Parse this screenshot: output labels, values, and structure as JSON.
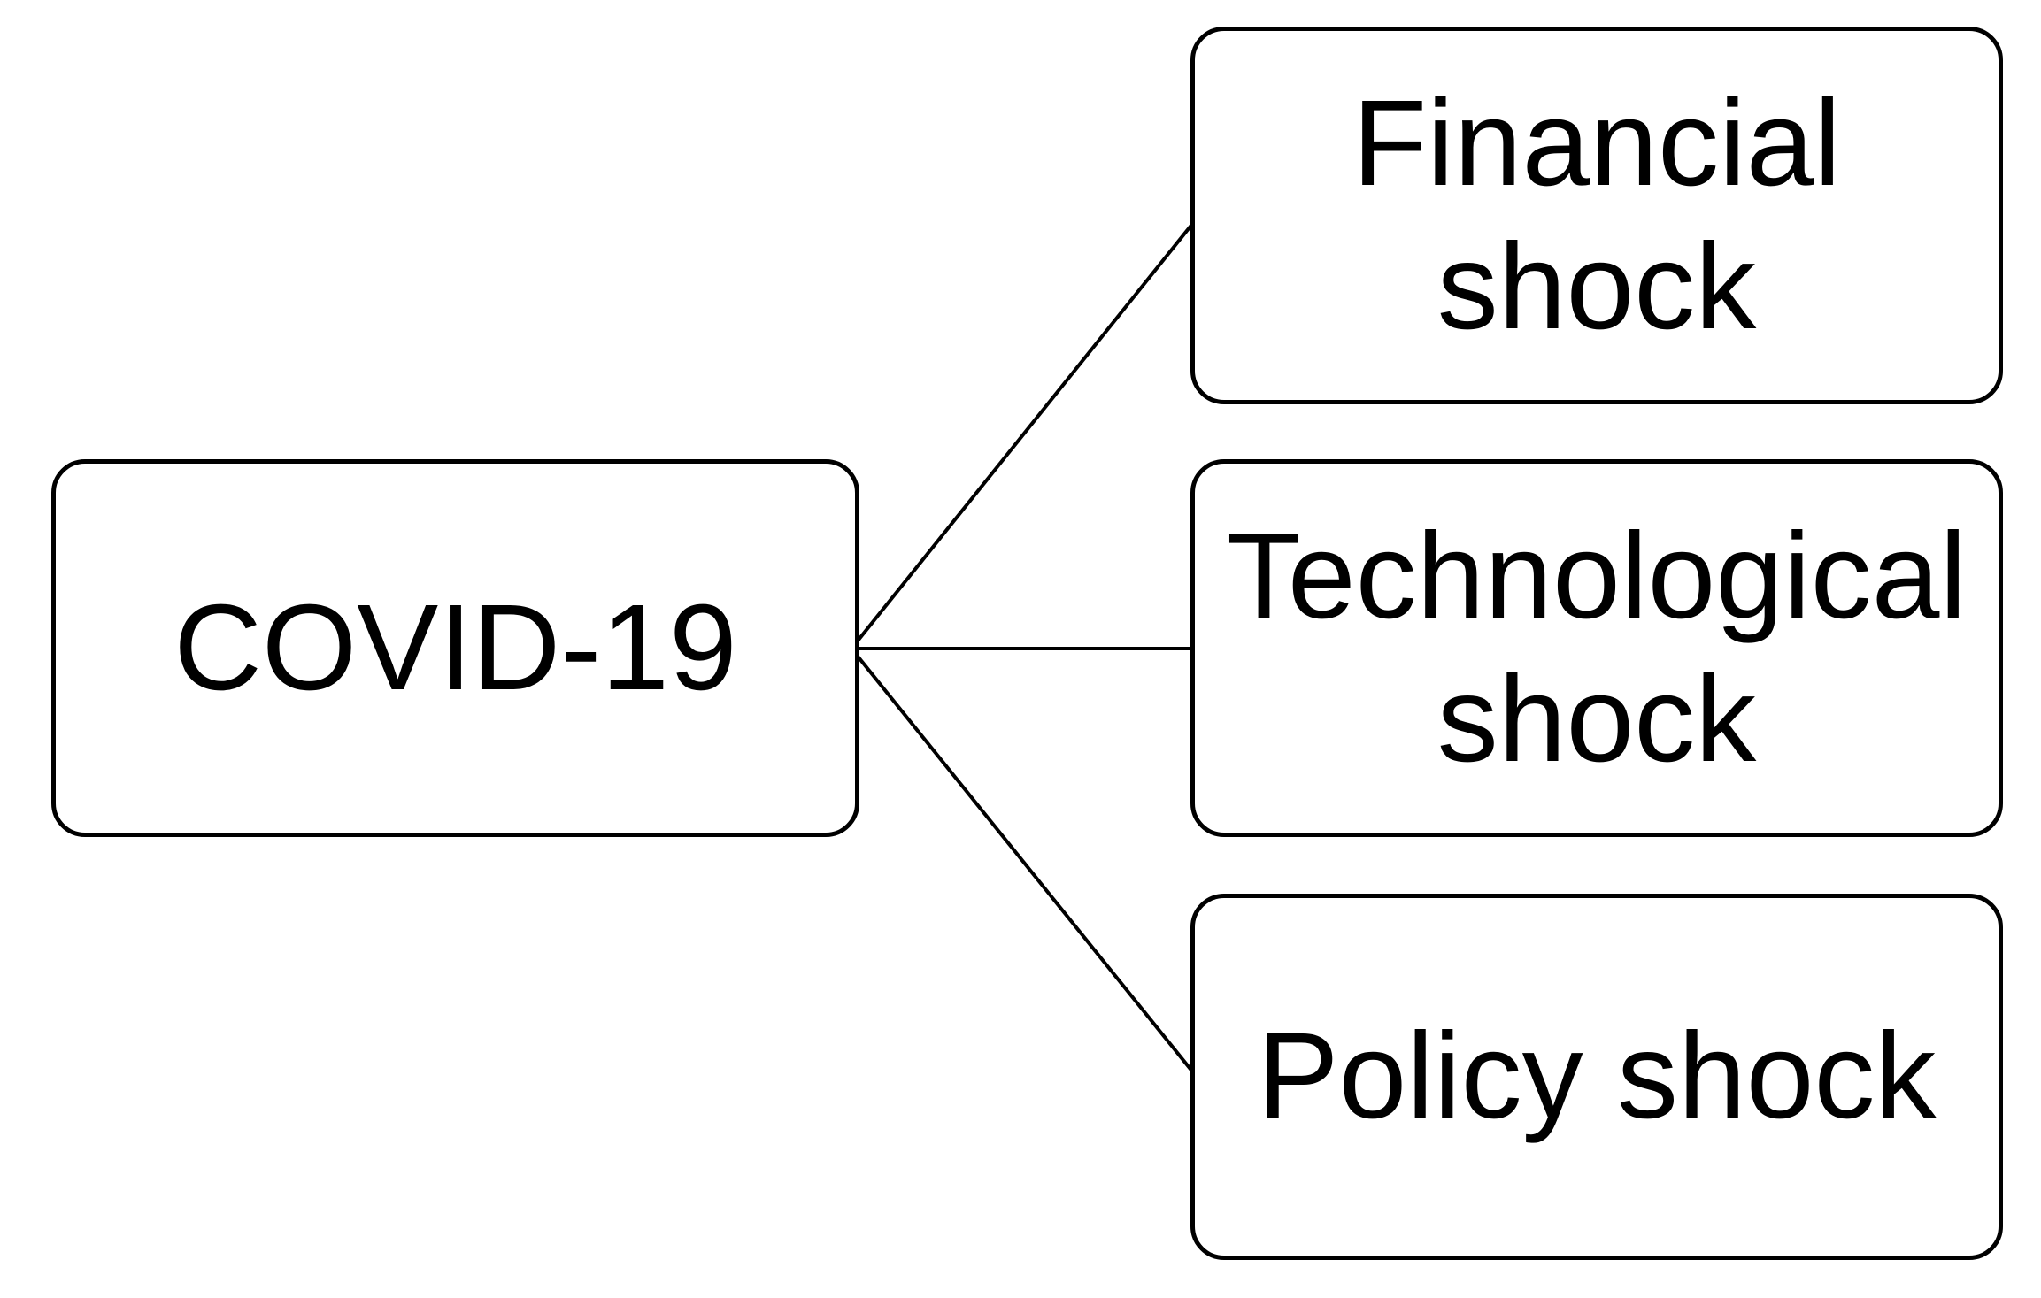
{
  "diagram": {
    "background_color": "#ffffff",
    "stroke_color": "#000000",
    "text_color": "#000000",
    "root": {
      "label": "COVID-19"
    },
    "children": [
      {
        "label": "Financial shock"
      },
      {
        "label": "Technological shock"
      },
      {
        "label": "Policy shock"
      }
    ]
  }
}
